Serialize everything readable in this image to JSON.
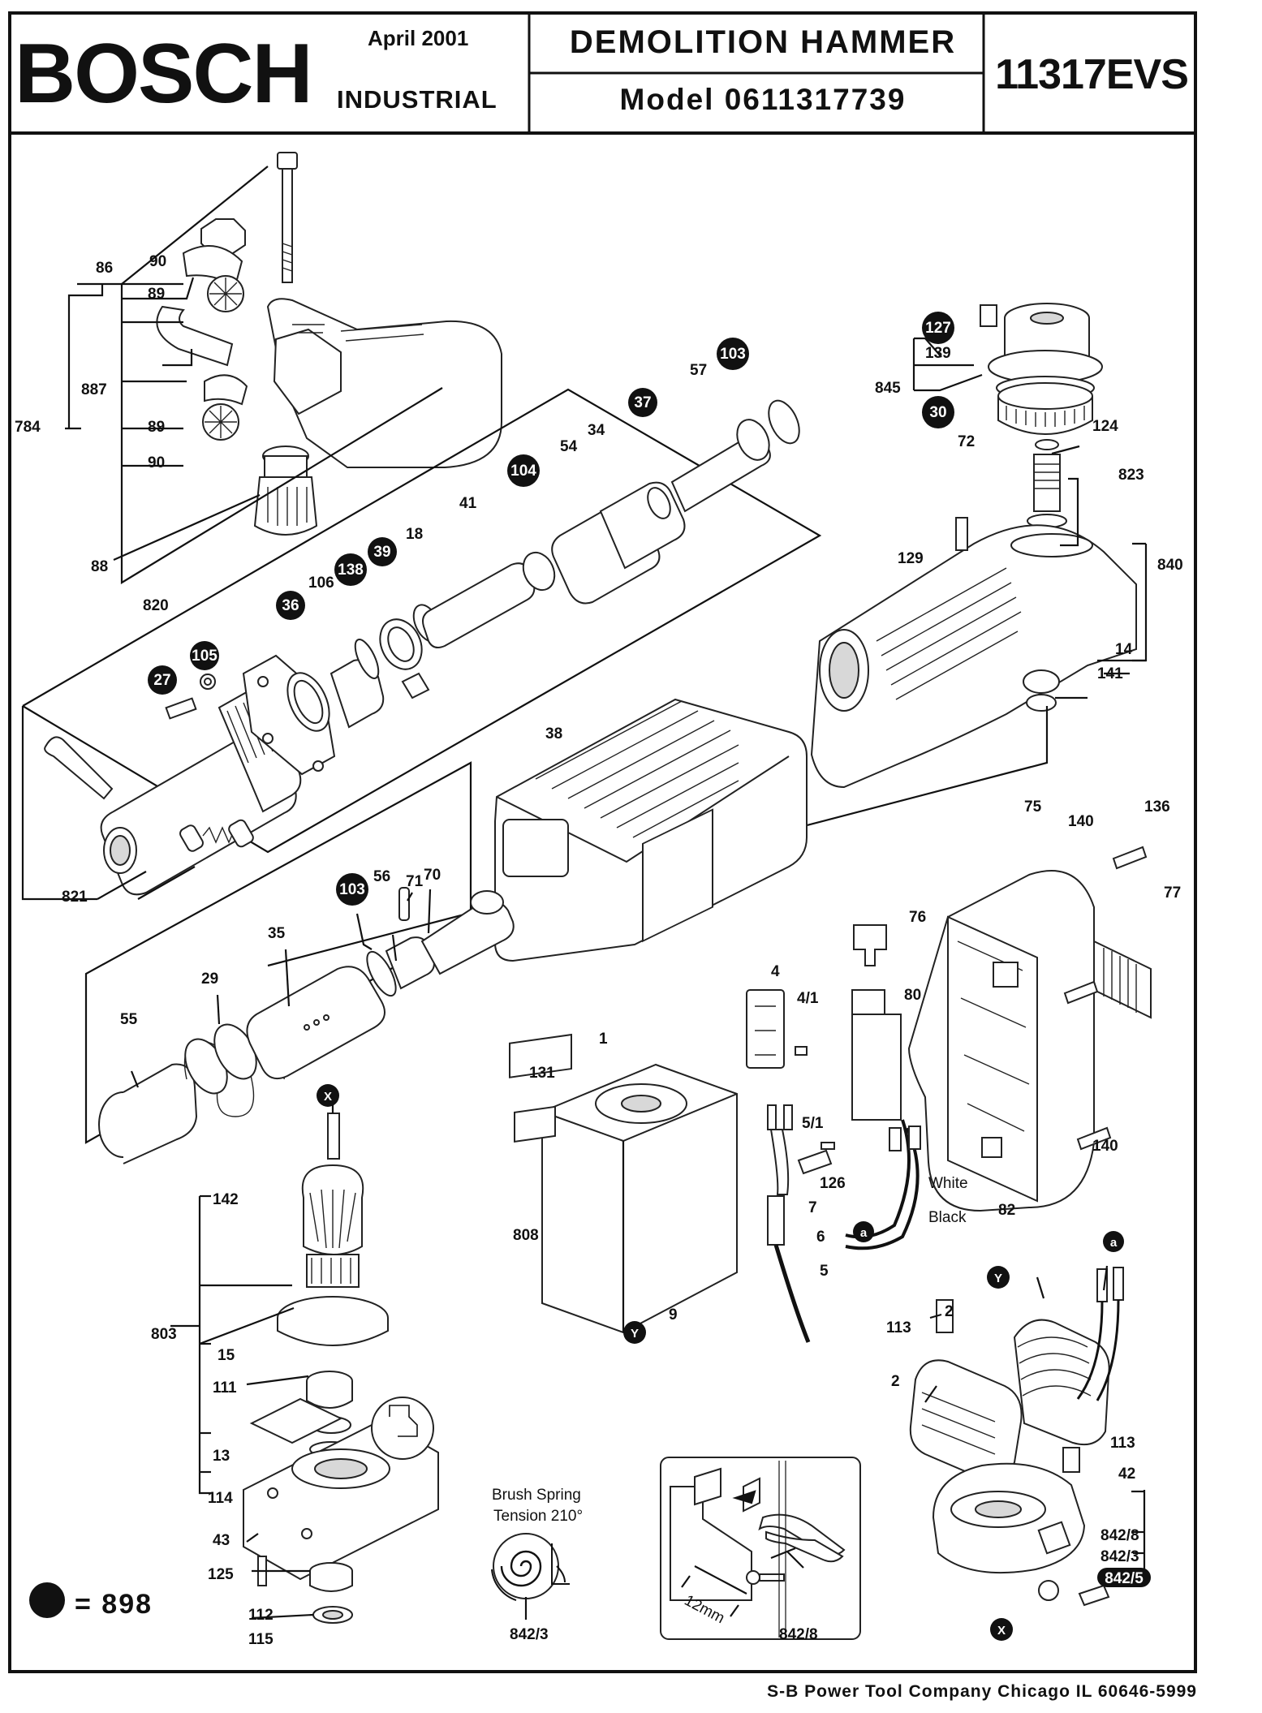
{
  "header": {
    "brand": "BOSCH",
    "date": "April 2001",
    "division": "INDUSTRIAL",
    "title": "DEMOLITION  HAMMER",
    "model": "Model  0611317739",
    "code": "11317EVS"
  },
  "legend": {
    "symbol": "filled-circle",
    "text": "= 898"
  },
  "footer": "S-B Power Tool Company   Chicago IL  60646-5999",
  "labels": {
    "l86": "86",
    "l90a": "90",
    "l89a": "89",
    "l887": "887",
    "l784": "784",
    "l89b": "89",
    "l90b": "90",
    "l88": "88",
    "l820": "820",
    "l821": "821",
    "l34": "34",
    "l57": "57",
    "l54": "54",
    "l41": "41",
    "l18": "18",
    "l106": "106",
    "l38": "38",
    "l845": "845",
    "l139": "139",
    "l72": "72",
    "l124": "124",
    "l823": "823",
    "l129": "129",
    "l840": "840",
    "l14": "14",
    "l141": "141",
    "l136": "136",
    "l140a": "140",
    "l75": "75",
    "l77": "77",
    "l76": "76",
    "l80": "80",
    "l4": "4",
    "l41b": "4/1",
    "l51": "5/1",
    "l126": "126",
    "l7": "7",
    "l6": "6",
    "l5": "5",
    "l82": "82",
    "l140b": "140",
    "l131": "131",
    "l1": "1",
    "l808": "808",
    "l9": "9",
    "l71": "71",
    "l70": "70",
    "l56": "56",
    "l35": "35",
    "l29": "29",
    "l55": "55",
    "l142": "142",
    "l803": "803",
    "l15": "15",
    "l111": "111",
    "l13": "13",
    "l114": "114",
    "l43": "43",
    "l125": "125",
    "l112": "112",
    "l115": "115",
    "l2a": "2",
    "l2b": "2",
    "l113a": "113",
    "l113b": "113",
    "l42": "42",
    "l842_8a": "842/8",
    "l842_3a": "842/3",
    "l842_3b": "842/3",
    "l842_8b": "842/8",
    "white": "White",
    "black": "Black"
  },
  "filled_labels": {
    "c127": "127",
    "c30": "30",
    "c103a": "103",
    "c37": "37",
    "c104": "104",
    "c39": "39",
    "c138": "138",
    "c36": "36",
    "c105": "105",
    "c27": "27",
    "c103b": "103",
    "cX1": "X",
    "cX2": "X",
    "cY1": "Y",
    "cY2": "Y",
    "ca1": "a",
    "ca2": "a",
    "c842_5": "842/5"
  },
  "notes": {
    "spring_line1": "Brush Spring",
    "spring_line2": "Tension 210°",
    "mm": "12mm"
  }
}
